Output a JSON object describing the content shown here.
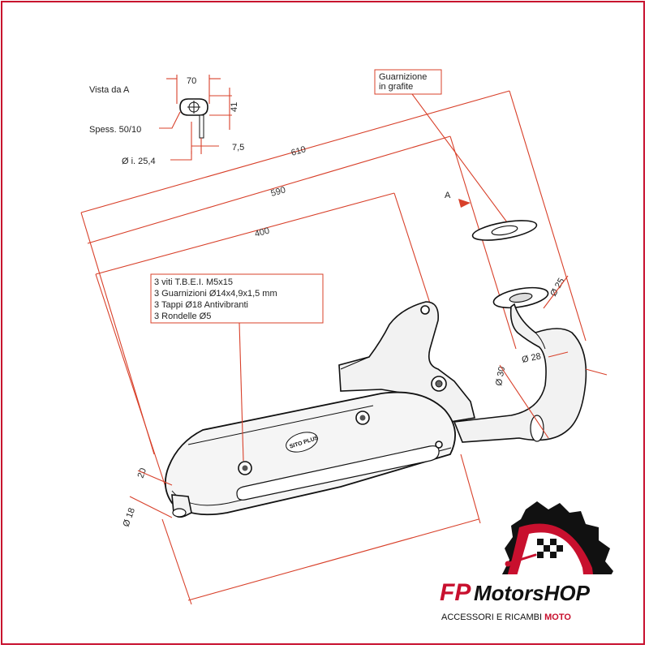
{
  "view": {
    "title": "Vista da A",
    "dim_width": "70",
    "dim_height": "41",
    "dim_flange": "7,5",
    "thickness": "Spess. 50/10",
    "inner_diameter": "Ø i. 25,4"
  },
  "gasket_label": [
    "Guarnizione",
    "in grafite"
  ],
  "arrow_label": "A",
  "kit_list": [
    "3 viti T.B.E.I. M5x15",
    "3 Guarnizioni Ø14x4,9x1,5 mm",
    "3 Tappi Ø18 Antivibranti",
    "3 Rondelle Ø5"
  ],
  "dimensions": {
    "d610": "610",
    "d590": "590",
    "d400": "400",
    "d25": "Ø 25",
    "d28": "Ø 28",
    "d30": "Ø 30",
    "d20": "20",
    "d18": "Ø 18"
  },
  "badge": "SITO PLUS",
  "logo": {
    "brand_fp": "FP",
    "brand_rest": "MotorsHOP",
    "tagline_pre": "ACCESSORI E RICAMBI ",
    "tagline_post": "MOTO",
    "color_red": "#c8102e",
    "color_black": "#111111"
  }
}
